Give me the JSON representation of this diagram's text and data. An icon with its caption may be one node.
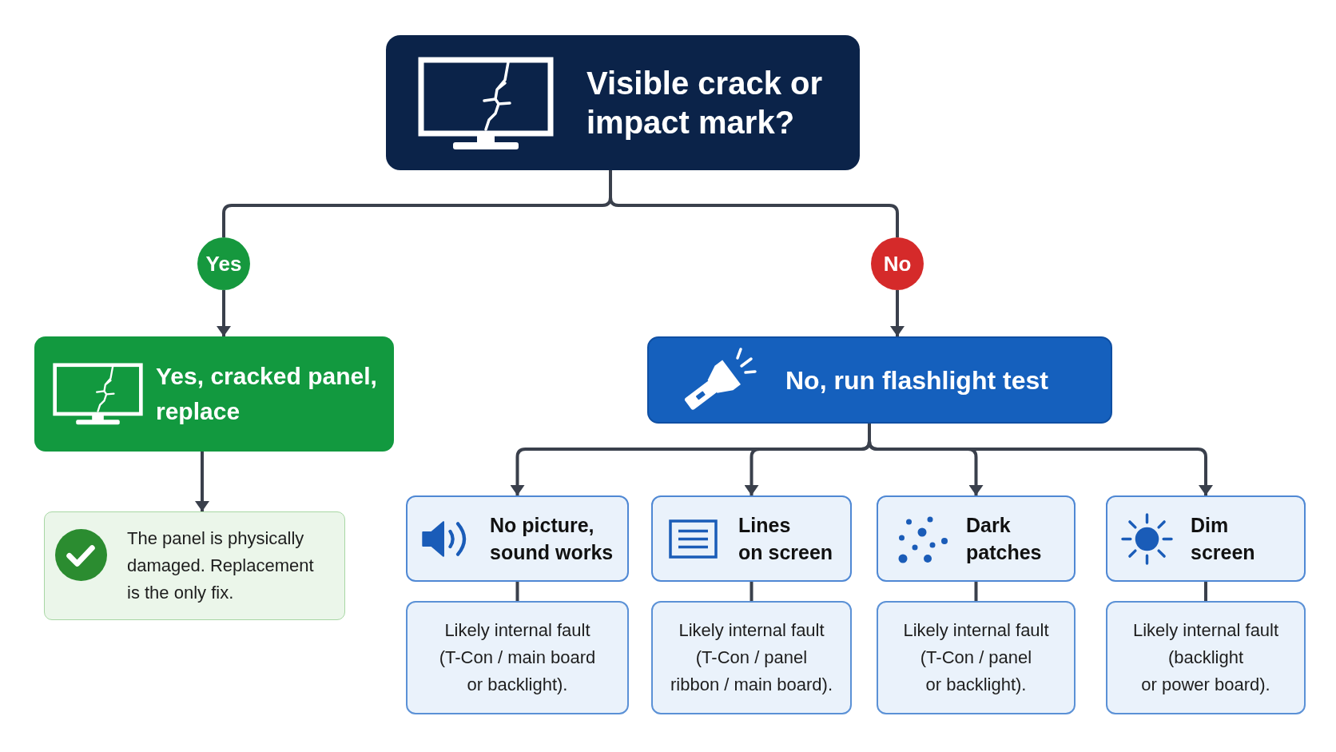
{
  "diagram": {
    "nodes": [
      {
        "text": [
          "Visible crack or impact mark?"
        ]
      },
      {
        "text": [
          "Yes"
        ]
      },
      {
        "text": [
          "No"
        ]
      },
      {
        "text": [
          "Yes, cracked panel, replace"
        ]
      },
      {
        "text": [
          "No, run flashlight test"
        ]
      },
      {
        "text": [
          "The panel is physically damaged. Replacement is the only fix."
        ]
      },
      {
        "text": [
          "No picture, sound works"
        ]
      },
      {
        "text": [
          "Lines on screen"
        ]
      },
      {
        "text": [
          "Dark patches"
        ]
      },
      {
        "text": [
          "Dim screen"
        ]
      },
      {
        "text": [
          "Likely internal fault (T-Con / main board or backlight)."
        ]
      },
      {
        "text": [
          "Likely internal fault (T-Con / panel ribbon / main board)."
        ]
      },
      {
        "text": [
          "Likely internal fault (T-Con / panel or backlight)."
        ]
      },
      {
        "text": [
          "Likely internal fault (backlight or power board)."
        ]
      }
    ],
    "edges": [
      {
        "from": 0,
        "to": 1,
        "arrow": "none"
      },
      {
        "from": 0,
        "to": 2,
        "arrow": "none"
      },
      {
        "from": 1,
        "to": 3,
        "arrow": "to"
      },
      {
        "from": 2,
        "to": 4,
        "arrow": "to"
      },
      {
        "from": 3,
        "to": 5,
        "arrow": "to"
      },
      {
        "from": 4,
        "to": 6,
        "arrow": "to"
      },
      {
        "from": 4,
        "to": 7,
        "arrow": "to"
      },
      {
        "from": 4,
        "to": 8,
        "arrow": "to"
      },
      {
        "from": 4,
        "to": 9,
        "arrow": "to"
      },
      {
        "from": 6,
        "to": 10,
        "arrow": "none"
      },
      {
        "from": 7,
        "to": 11,
        "arrow": "none"
      },
      {
        "from": 8,
        "to": 12,
        "arrow": "none"
      },
      {
        "from": 9,
        "to": 13,
        "arrow": "none"
      }
    ]
  }
}
